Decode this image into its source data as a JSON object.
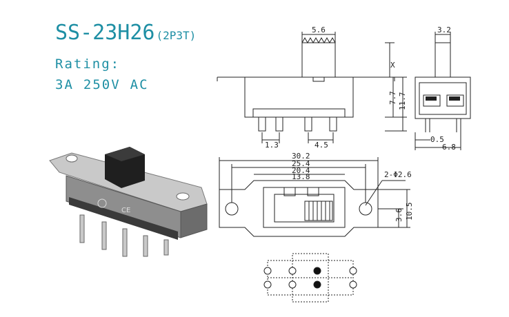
{
  "header": {
    "model": "SS-23H26",
    "variant": "(2P3T)",
    "rating_label": "Rating:",
    "current": "3A",
    "voltage": "250V",
    "type": "AC"
  },
  "dimensions": {
    "top_width": "5.6",
    "side_width": "3.2",
    "x_label": "X",
    "height_a": "7.7",
    "height_b": "11.7",
    "pin_pitch": "1.3",
    "pin_span": "4.5",
    "side_small": "0.5",
    "side_depth": "6.8",
    "overall_len": "30.2",
    "mount_pitch": "25.4",
    "body_len": "20.4",
    "slot_len": "13.8",
    "hole_spec": "2-Φ2.6",
    "hole_offset": "3.6",
    "body_w": "10.5"
  },
  "colors": {
    "title": "#1e8fa4",
    "line": "#222222"
  }
}
